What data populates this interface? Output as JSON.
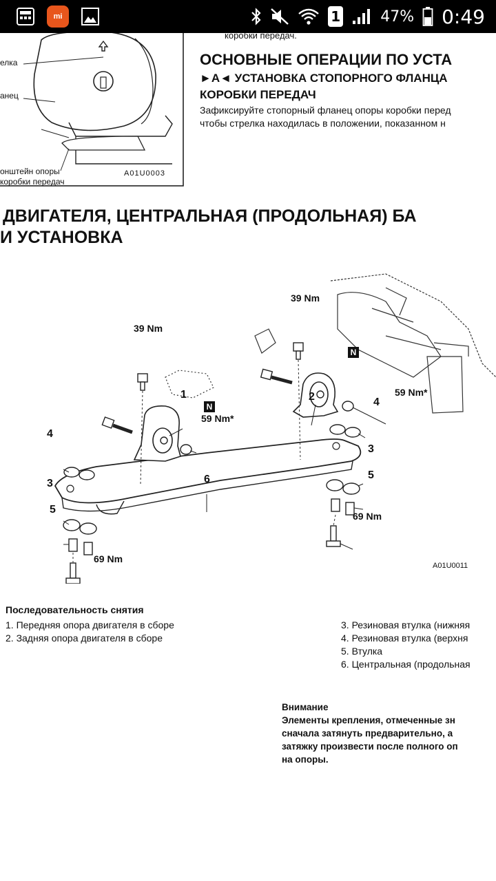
{
  "status": {
    "battery_percent": "47%",
    "clock": "0:49",
    "sim_slot": "1",
    "mi_label": "mi"
  },
  "top_figure": {
    "label_arrow": "елка",
    "label_flange": "анец",
    "label_bracket_1": "онштейн опоры",
    "label_bracket_2": "коробки передач",
    "code": "A01U0003"
  },
  "top_text": {
    "fragment": "коробки передач.",
    "heading": "ОСНОВНЫЕ ОПЕРАЦИИ ПО УСТА",
    "subheading_marker": "►A◄",
    "subheading_1": "УСТАНОВКА СТОПОРНОГО ФЛАНЦА",
    "subheading_2": "КОРОБКИ ПЕРЕДАЧ",
    "para_1": "Зафиксируйте стопорный фланец опоры коробки перед",
    "para_2": "чтобы стрелка находилась в положении, показанном н"
  },
  "section": {
    "title_1": "ДВИГАТЕЛЯ, ЦЕНТРАЛЬНАЯ (ПРОДОЛЬНАЯ) БА",
    "title_2": "И УСТАНОВКА"
  },
  "diagram": {
    "torque_39_left": "39 Nm",
    "torque_39_right": "39 Nm",
    "torque_59_left": "59 Nm*",
    "torque_59_right": "59 Nm*",
    "torque_69_left": "69 Nm",
    "torque_69_right": "69 Nm",
    "new_mark": "N",
    "code": "A01U0011",
    "num_1": "1",
    "num_2": "2",
    "num_3a": "3",
    "num_3b": "3",
    "num_4a": "4",
    "num_4b": "4",
    "num_5a": "5",
    "num_5b": "5",
    "num_6": "6"
  },
  "removal": {
    "title": "Последовательность снятия",
    "left_items": [
      "1. Передняя опора двигателя в сборе",
      "2. Задняя опора двигателя в сборе"
    ],
    "right_items": [
      "3. Резиновая втулка (нижняя",
      "4. Резиновая втулка (верхня",
      "5. Втулка",
      "6. Центральная (продольная"
    ]
  },
  "note": {
    "title": "Внимание",
    "lines": [
      "Элементы крепления, отмеченные зн",
      "сначала затянуть предварительно, а",
      "затяжку произвести после полного оп",
      "на опоры."
    ]
  }
}
